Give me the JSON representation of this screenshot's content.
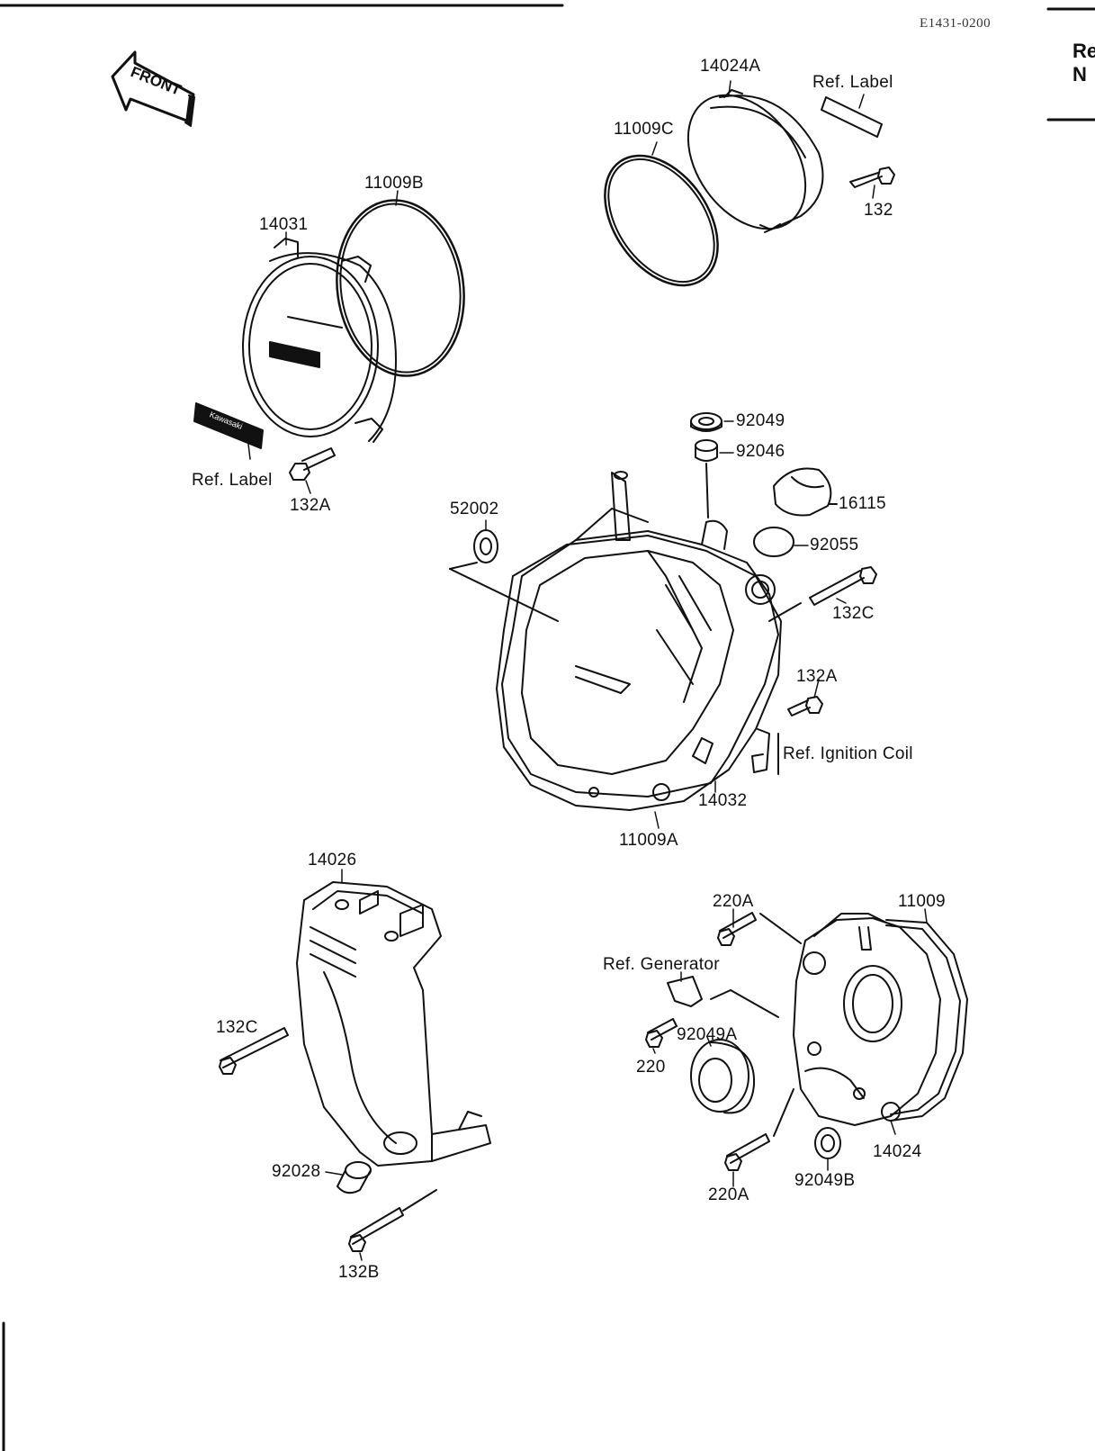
{
  "doc": {
    "code": "E1431-0200",
    "corner_top": "Re",
    "corner_bottom": "N"
  },
  "front_arrow": {
    "text": "FRONT"
  },
  "labels": [
    {
      "id": "p-14024a",
      "text": "14024A"
    },
    {
      "id": "p-ref-label-top",
      "text": "Ref. Label"
    },
    {
      "id": "p-11009c",
      "text": "11009C"
    },
    {
      "id": "p-132",
      "text": "132"
    },
    {
      "id": "p-11009b",
      "text": "11009B"
    },
    {
      "id": "p-14031",
      "text": "14031"
    },
    {
      "id": "p-ref-label-left",
      "text": "Ref. Label"
    },
    {
      "id": "p-132a-left",
      "text": "132A"
    },
    {
      "id": "p-92049",
      "text": "92049"
    },
    {
      "id": "p-92046",
      "text": "92046"
    },
    {
      "id": "p-16115",
      "text": "16115"
    },
    {
      "id": "p-52002",
      "text": "52002"
    },
    {
      "id": "p-92055",
      "text": "92055"
    },
    {
      "id": "p-132c-right",
      "text": "132C"
    },
    {
      "id": "p-132a-right",
      "text": "132A"
    },
    {
      "id": "p-ref-ignition-coil",
      "text": "Ref. Ignition Coil"
    },
    {
      "id": "p-14032",
      "text": "14032"
    },
    {
      "id": "p-11009a",
      "text": "11009A"
    },
    {
      "id": "p-14026",
      "text": "14026"
    },
    {
      "id": "p-220a-top",
      "text": "220A"
    },
    {
      "id": "p-11009",
      "text": "11009"
    },
    {
      "id": "p-ref-generator",
      "text": "Ref. Generator"
    },
    {
      "id": "p-132c-left",
      "text": "132C"
    },
    {
      "id": "p-92049a",
      "text": "92049A"
    },
    {
      "id": "p-220",
      "text": "220"
    },
    {
      "id": "p-92028",
      "text": "92028"
    },
    {
      "id": "p-14024",
      "text": "14024"
    },
    {
      "id": "p-92049b",
      "text": "92049B"
    },
    {
      "id": "p-220a-bottom",
      "text": "220A"
    },
    {
      "id": "p-132b",
      "text": "132B"
    }
  ]
}
